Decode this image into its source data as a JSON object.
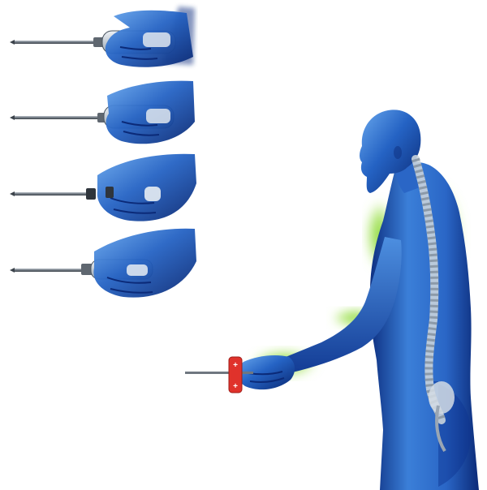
{
  "illustration": {
    "grip_variants": [
      {
        "id": "grip-1",
        "icon": "screwdriver-hand-grip-icon"
      },
      {
        "id": "grip-2",
        "icon": "screwdriver-hand-grip-icon"
      },
      {
        "id": "grip-3",
        "icon": "screwdriver-hand-grip-icon"
      },
      {
        "id": "grip-4",
        "icon": "screwdriver-hand-grip-icon"
      }
    ],
    "main_figure": {
      "icon": "human-spine-posture-icon",
      "tool_icon": "screwdriver-icon",
      "handle_marks": [
        "+",
        "+"
      ]
    },
    "colors": {
      "skin_blue": "#1f56b8",
      "skin_light": "#5ea0e8",
      "skin_dark": "#0b2a78",
      "highlight_green": "#7ed321",
      "handle_red": "#e0322b",
      "steel": "#6f7780",
      "spine": "#c9d3dc"
    }
  }
}
